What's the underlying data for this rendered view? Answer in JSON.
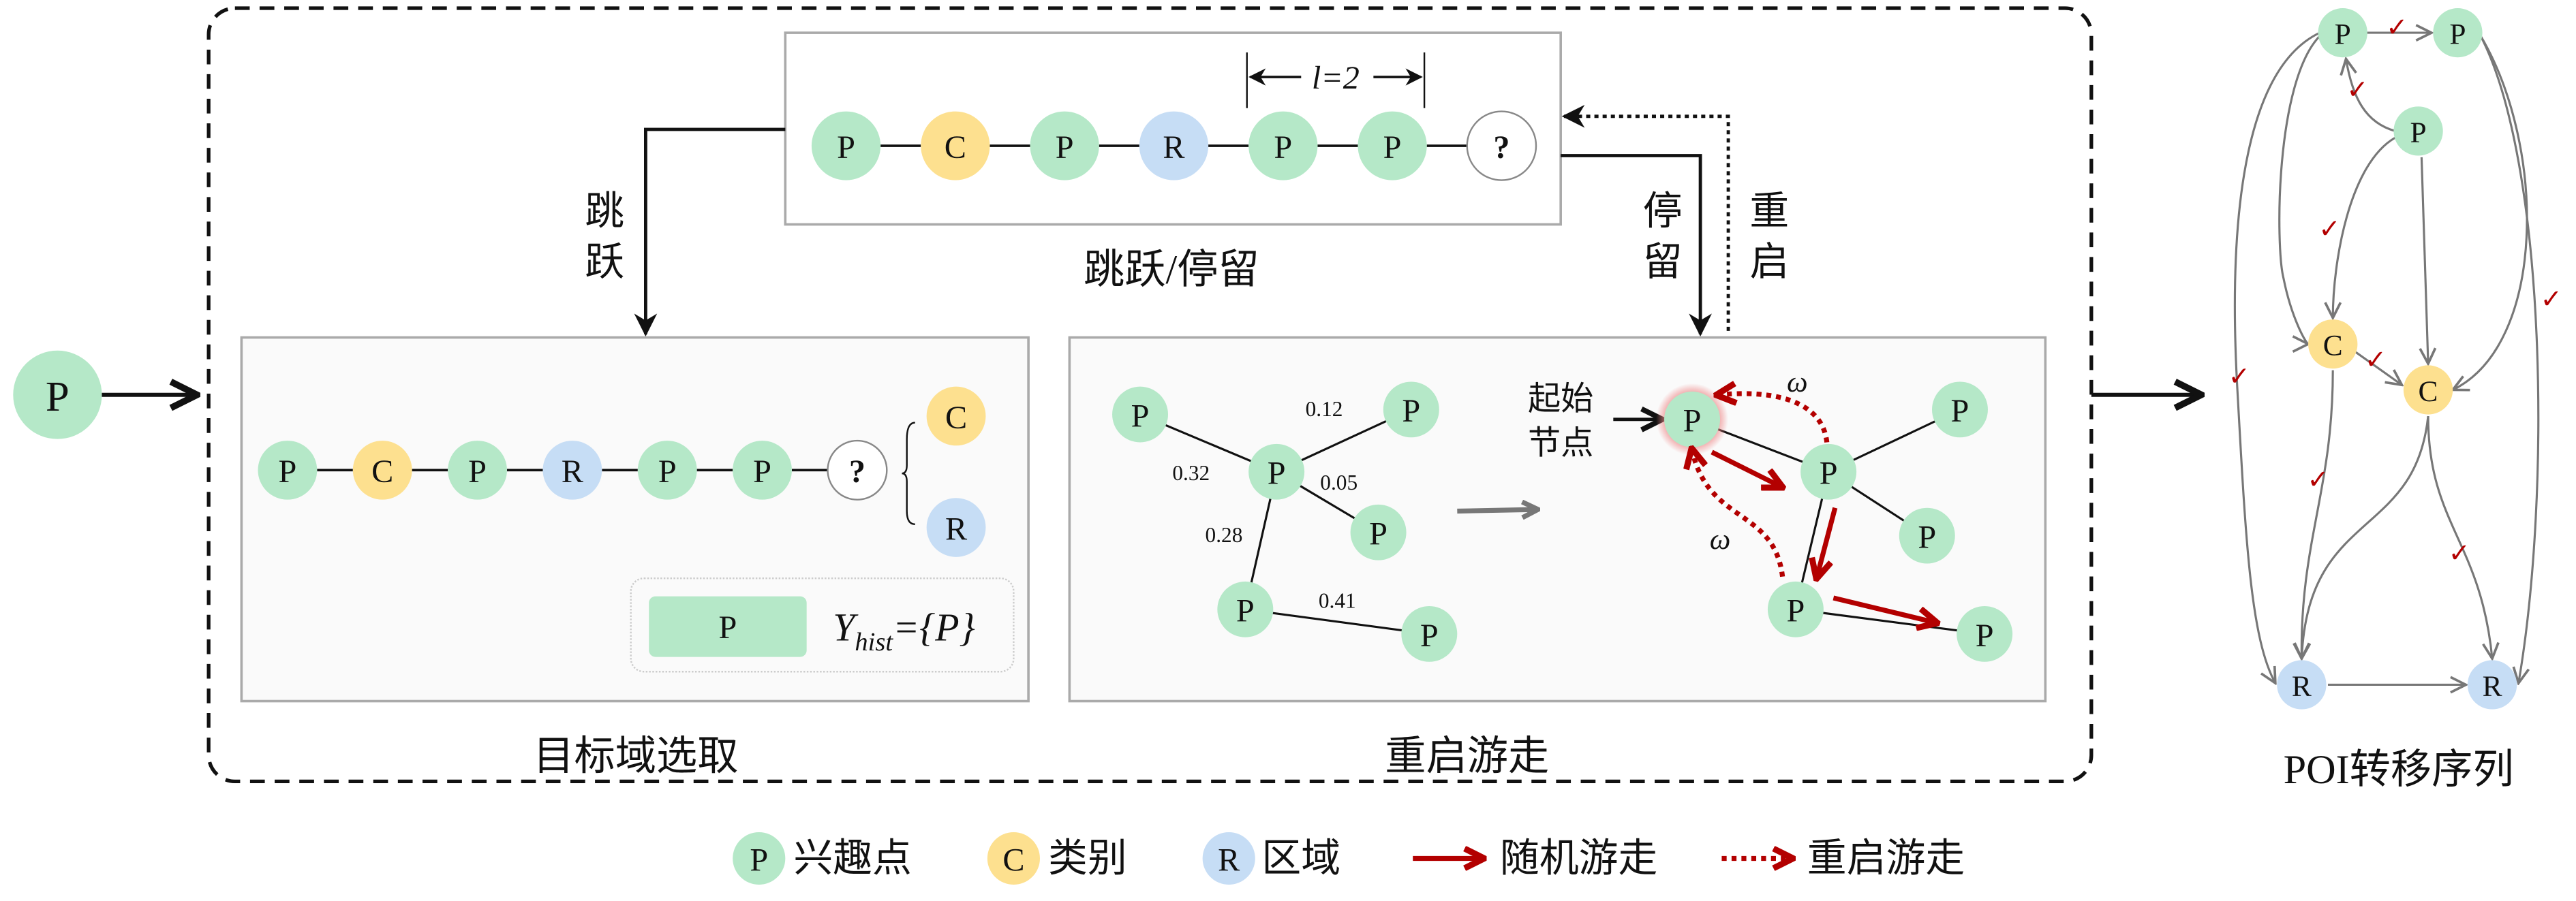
{
  "colors": {
    "poi": "#b5e8c8",
    "category": "#fde08f",
    "region": "#c6ddf5",
    "unknown": "#ffffff",
    "walk_red": "#b30000",
    "panel_bg": "#fafafa",
    "panel_border": "#aaaaaa",
    "graph_edge": "#777777"
  },
  "input_node": {
    "label": "P",
    "type": "poi"
  },
  "top_box": {
    "sequence": [
      {
        "label": "P",
        "type": "poi"
      },
      {
        "label": "C",
        "type": "category"
      },
      {
        "label": "P",
        "type": "poi"
      },
      {
        "label": "R",
        "type": "region"
      },
      {
        "label": "P",
        "type": "poi"
      },
      {
        "label": "P",
        "type": "poi"
      },
      {
        "label": "?",
        "type": "unknown"
      }
    ],
    "window_label": "l=2",
    "caption": "跳跃/停留"
  },
  "flow_labels": {
    "jump": "跳跃",
    "stay": "停留",
    "restart": "重启"
  },
  "left_panel": {
    "sequence": [
      {
        "label": "P",
        "type": "poi"
      },
      {
        "label": "C",
        "type": "category"
      },
      {
        "label": "P",
        "type": "poi"
      },
      {
        "label": "R",
        "type": "region"
      },
      {
        "label": "P",
        "type": "poi"
      },
      {
        "label": "P",
        "type": "poi"
      },
      {
        "label": "?",
        "type": "unknown"
      }
    ],
    "candidates": [
      {
        "label": "C",
        "type": "category"
      },
      {
        "label": "R",
        "type": "region"
      }
    ],
    "history_box": {
      "node_label": "P",
      "formula_main": "Y",
      "formula_sub": "hist",
      "formula_rest": "={P}"
    },
    "caption": "目标域选取"
  },
  "right_panel": {
    "weighted_graph": {
      "node_label": "P",
      "weights": [
        "0.12",
        "0.32",
        "0.05",
        "0.28",
        "0.41"
      ]
    },
    "start_node_label_line1": "起始",
    "start_node_label_line2": "节点",
    "omega": "ω",
    "walk_node_label": "P",
    "caption": "重启游走"
  },
  "poi_graph": {
    "nodes": [
      {
        "id": "p1",
        "label": "P",
        "type": "poi"
      },
      {
        "id": "p2",
        "label": "P",
        "type": "poi"
      },
      {
        "id": "p3",
        "label": "P",
        "type": "poi"
      },
      {
        "id": "c1",
        "label": "C",
        "type": "category"
      },
      {
        "id": "c2",
        "label": "C",
        "type": "category"
      },
      {
        "id": "r1",
        "label": "R",
        "type": "region"
      },
      {
        "id": "r2",
        "label": "R",
        "type": "region"
      }
    ],
    "check_mark": "✓",
    "caption": "POI转移序列"
  },
  "legend": {
    "items": [
      {
        "symbol": "P",
        "type": "poi",
        "label": "兴趣点"
      },
      {
        "symbol": "C",
        "type": "category",
        "label": "类别"
      },
      {
        "symbol": "R",
        "type": "region",
        "label": "区域"
      },
      {
        "symbol": "solid-arrow",
        "label": "随机游走"
      },
      {
        "symbol": "dashed-arrow",
        "label": "重启游走"
      }
    ]
  }
}
